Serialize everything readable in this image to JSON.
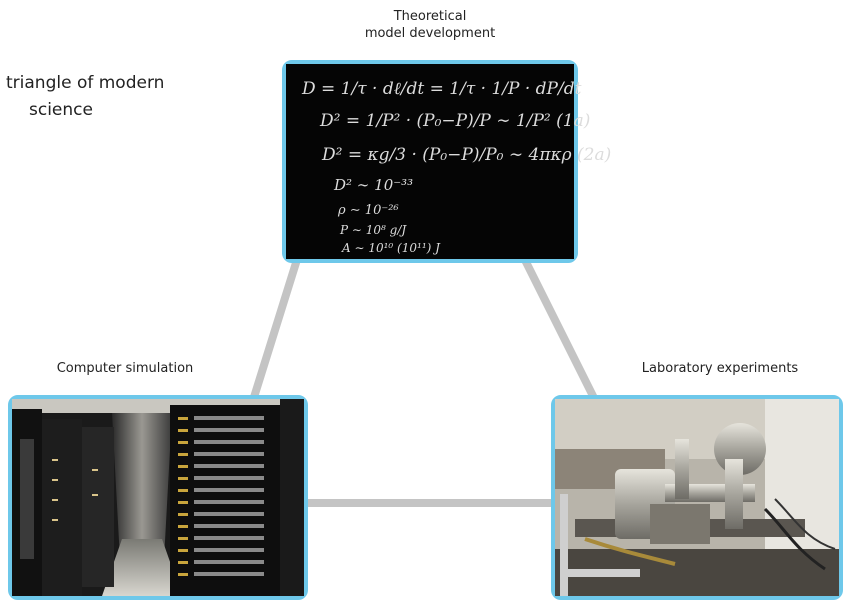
{
  "headline": {
    "line1": "triangle of modern",
    "line2": "science"
  },
  "nodes": {
    "theory": {
      "label_line1": "Theoretical",
      "label_line2": "model development",
      "image": "blackboard-equations"
    },
    "simulation": {
      "label": "Computer simulation",
      "image": "server-racks"
    },
    "experiment": {
      "label": "Laboratory experiments",
      "image": "vacuum-apparatus"
    }
  },
  "equations": [
    "D = 1/τ · dℓ/dt = 1/τ · 1/P · dP/dt",
    "D² = 1/P² · (P₀−P)/P ∼ 1/P²   (1a)",
    "D² = κg/3 · (P₀−P)/P₀ ∼ 4πκρ   (2a)",
    "D² ∼ 10⁻³³",
    "ρ ∼ 10⁻²⁶",
    "P ∼ 10⁸ g/J",
    "A ∼ 10¹⁰ (10¹¹) J"
  ],
  "colors": {
    "panel_border": "#6ec8ea",
    "connector": "#c4c4c4",
    "blackboard": "#050505"
  }
}
